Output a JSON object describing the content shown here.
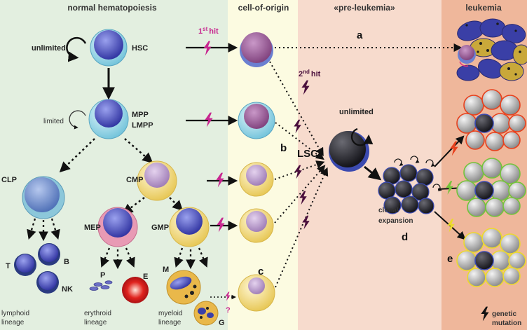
{
  "headers": {
    "normal": "normal hematopoiesis",
    "cell_of_origin": "cell-of-origin",
    "pre_leukemia": "«pre-leukemia»",
    "leukemia": "leukemia"
  },
  "labels": {
    "unlimited_left": "unlimited",
    "hsc": "HSC",
    "limited": "limited",
    "mpp": "MPP",
    "lmpp": "LMPP",
    "clp": "CLP",
    "cmp": "CMP",
    "mep": "MEP",
    "gmp": "GMP",
    "t": "T",
    "b": "B",
    "nk": "NK",
    "p": "P",
    "e": "E",
    "m": "M",
    "g": "G",
    "lymphoid_1": "lymphoid",
    "lymphoid_2": "lineage",
    "erythroid_1": "erythroid",
    "erythroid_2": "lineage",
    "myeloid_1": "myeloid",
    "myeloid_2": "lineage",
    "first_hit_num": "1",
    "first_hit_sup": "st",
    "first_hit_word": "hit",
    "second_hit_num": "2",
    "second_hit_sup": "nd",
    "second_hit_word": "hit",
    "unlimited_right": "unlimited",
    "lsc": "LSC",
    "clonal_1": "clonal",
    "clonal_2": "expansion",
    "question": "?",
    "genetic_1": "genetic",
    "genetic_2": "mutation"
  },
  "letters": {
    "a": "a",
    "b": "b",
    "c": "c",
    "d": "d",
    "e": "e"
  },
  "colors": {
    "normal_bg": "#e3efe0",
    "origin_bg": "#fcfbe1",
    "pre_bg": "#f7dbcd",
    "leuk_bg": "#efb79b",
    "bolt_magenta": "#c7268f",
    "bolt_dark": "#4a0f3c",
    "bolt_red": "#e8401c",
    "bolt_green": "#74c33b",
    "bolt_yellow": "#ecd92d"
  }
}
